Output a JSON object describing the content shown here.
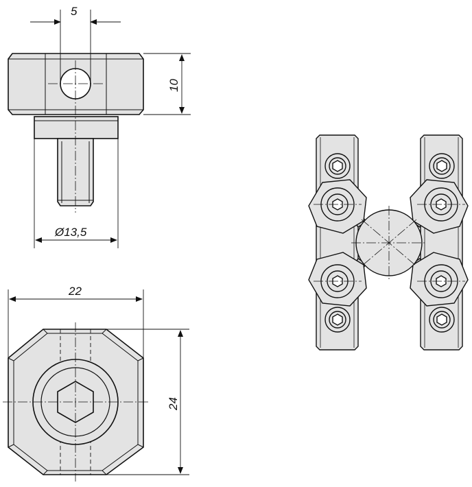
{
  "colors": {
    "part_fill": "#e3e3e3",
    "part_dark": "#cfcfcf",
    "outline": "#111111",
    "background": "#ffffff"
  },
  "dimensions": {
    "hole_width": "5",
    "height": "10",
    "diameter": "Ø13,5",
    "width": "22",
    "depth": "24"
  }
}
